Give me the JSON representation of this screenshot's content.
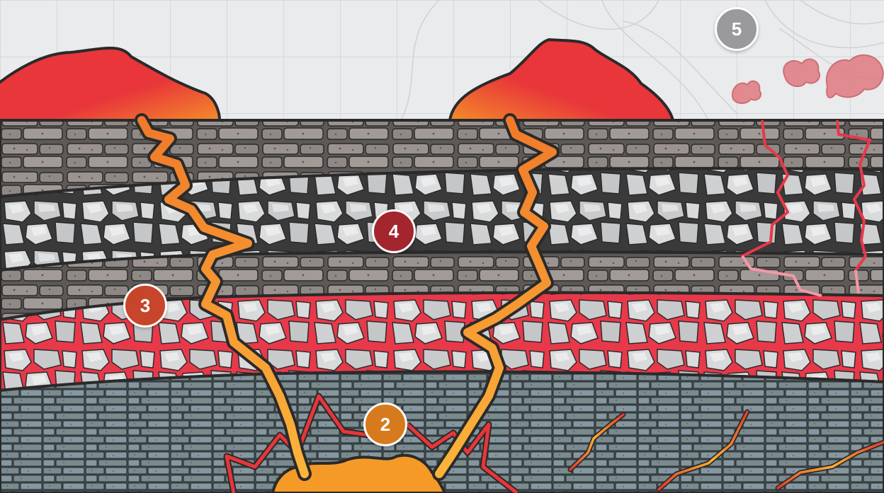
{
  "markers": [
    {
      "label": "5",
      "color": "#9a9a9c"
    },
    {
      "label": "4",
      "color": "#a3252e"
    },
    {
      "label": "3",
      "color": "#c7452a"
    },
    {
      "label": "2",
      "color": "#d77a1e"
    }
  ],
  "colors": {
    "background": "#e9ebed",
    "grid_line": "#d6d9dc",
    "lava_red": "#e8363a",
    "lava_orange": "#f48b2a",
    "lava_yellow": "#f9b233",
    "sedimentary_rock": "#8f8986",
    "sedimentary_rock_shade": "#6f6a67",
    "pebble_light": "#d9dadb",
    "pebble_mid": "#b9bbbd",
    "hot_matrix_red": "#e8394a",
    "basement_slate": "#7a8b8f",
    "outline": "#2a2a2a",
    "steam_pink": "#e07a80"
  }
}
